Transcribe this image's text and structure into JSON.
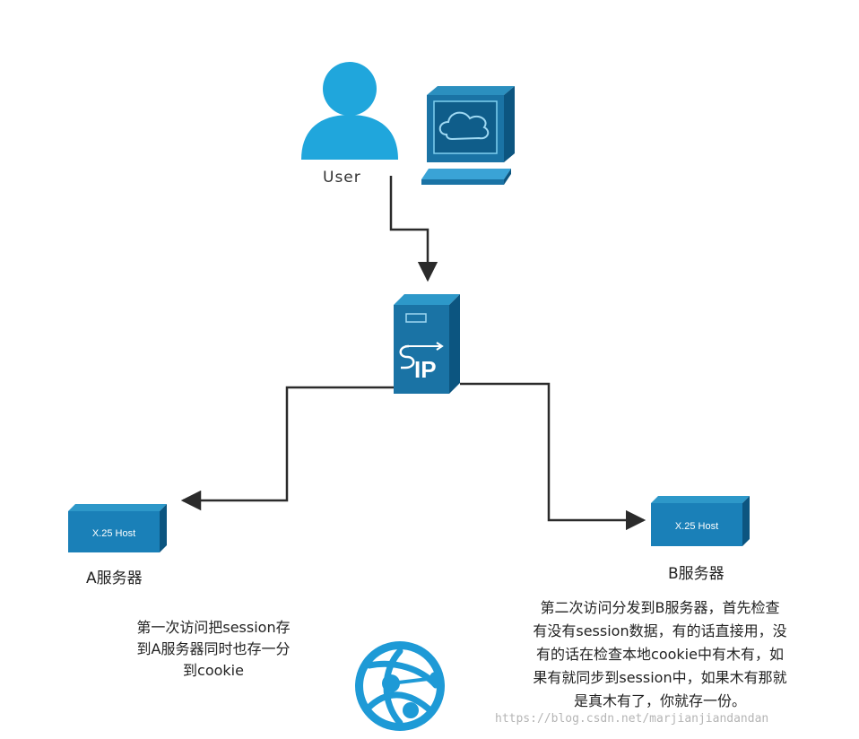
{
  "nodes": {
    "user": {
      "label": "User"
    },
    "load_balancer": {
      "badge": "IP"
    },
    "server_a": {
      "box_text": "X.25 Host",
      "label": "A服务器"
    },
    "server_b": {
      "box_text": "X.25 Host",
      "label": "B服务器"
    }
  },
  "notes": {
    "server_a": "第一次访问把session存\n到A服务器同时也存一分\n到cookie",
    "server_b": "第二次访问分发到B服务器，首先检查\n有没有session数据，有的话直接用，没\n有的话在检查本地cookie中有木有，如\n果有就同步到session中，如果木有那就\n是真木有了，你就存一份。"
  },
  "watermark": "https://blog.csdn.net/marjianjiandandan",
  "icons": {
    "user": "user-icon",
    "computer": "computer-icon",
    "server": "sip-server-icon",
    "host": "host-box-icon",
    "web": "web-globe-icon"
  },
  "colors": {
    "primary_blue": "#1e8fc6",
    "dark_blue": "#0d5f8f",
    "light_blue": "#2aa7e0",
    "arrow": "#2b2b2b"
  }
}
